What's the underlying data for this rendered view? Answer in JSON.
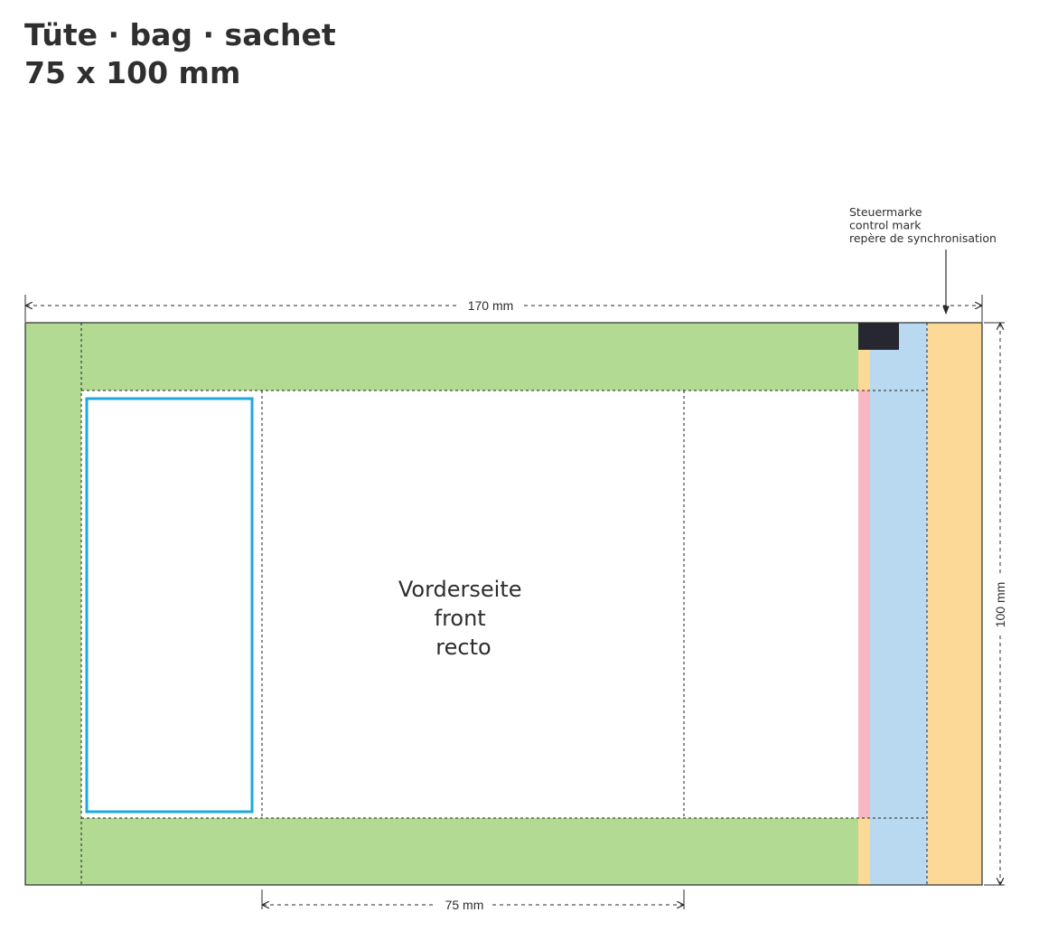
{
  "title": {
    "line1": "Tüte · bag · sachet",
    "line2": "75 x 100 mm"
  },
  "control_mark": {
    "lines": [
      "Steuermarke",
      "control mark",
      "repère de synchronisation"
    ]
  },
  "front_label": {
    "lines": [
      "Vorderseite",
      "front",
      "recto"
    ]
  },
  "dimensions": {
    "total_width": "170 mm",
    "front_width": "75 mm",
    "height": "100 mm"
  },
  "colors": {
    "glue_area": "#b2da92",
    "seal_strip": "#b8d9f0",
    "cut_strip": "#fdd998",
    "bleed_strip": "#f9b6c3",
    "control_mark": "#262730",
    "window_outline": "#1eaadf",
    "outline": "#2b2b2b"
  }
}
